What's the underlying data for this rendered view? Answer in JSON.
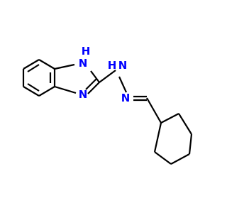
{
  "molecule": {
    "colors": {
      "background": "#ffffff",
      "bond": "#000000",
      "nitrogen": "#0000ff"
    },
    "atoms": {
      "n1_h": {
        "text": "H",
        "element": "H"
      },
      "n1": {
        "text": "N",
        "element": "N"
      },
      "n3": {
        "text": "N",
        "element": "N"
      },
      "hydrazone_h": {
        "text": "H",
        "element": "H"
      },
      "hydrazone_nh": {
        "text": "N",
        "element": "N"
      },
      "imine_n": {
        "text": "N",
        "element": "N"
      }
    }
  }
}
